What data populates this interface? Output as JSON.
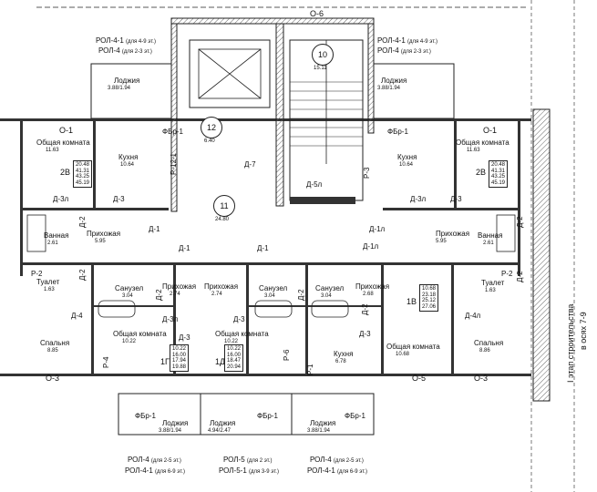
{
  "axis": {
    "top": "О-6",
    "bottom_left": "О-3",
    "bottom_mid": "О-5",
    "bottom_right": "О-3",
    "left_top": "О-1",
    "right_top": "О-1"
  },
  "railings": {
    "tl1": "РОЛ-4-1",
    "tl1_note": "(для 4-9 эт.)",
    "tl2": "РОЛ-4",
    "tl2_note": "(для 2-3 эт.)",
    "tr1": "РОЛ-4-1",
    "tr1_note": "(для 4-9 эт.)",
    "tr2": "РОЛ-4",
    "tr2_note": "(для 2-3 эт.)",
    "bl1": "РОЛ-4",
    "bl1_note": "(для 2-5 эт.)",
    "bl2": "РОЛ-4-1",
    "bl2_note": "(для 6-9 эт.)",
    "bm1": "РОЛ-5",
    "bm1_note": "(для 2 эт.)",
    "bm2": "РОЛ-5-1",
    "bm2_note": "(для 3-9 эт.)",
    "br1": "РОЛ-4",
    "br1_note": "(для 2-5 эт.)",
    "br2": "РОЛ-4-1",
    "br2_note": "(для 6-9 эт.)"
  },
  "rooms": {
    "loggia_tl": {
      "name": "Лоджия",
      "area": "3.88/1.94"
    },
    "loggia_tr": {
      "name": "Лоджия",
      "area": "3.88/1.94"
    },
    "loggia_bl": {
      "name": "Лоджия",
      "area": "3.88/1.94"
    },
    "loggia_bm": {
      "name": "Лоджия",
      "area": "4.94/2.47"
    },
    "loggia_br": {
      "name": "Лоджия",
      "area": "3.88/1.94"
    },
    "living_tl": {
      "name": "Общая комната",
      "area": "11.63"
    },
    "living_tr": {
      "name": "Общая комната",
      "area": "11.63"
    },
    "kitchen_tl": {
      "name": "Кухня",
      "area": "10.64"
    },
    "kitchen_tr": {
      "name": "Кухня",
      "area": "10.64"
    },
    "hall_tl": {
      "name": "Прихожая",
      "area": "5.95"
    },
    "hall_tr": {
      "name": "Прихожая",
      "area": "5.95"
    },
    "bath_l": {
      "name": "Ванная",
      "area": "2.61"
    },
    "bath_r": {
      "name": "Ванная",
      "area": "2.61"
    },
    "wc_l": {
      "name": "Туалет",
      "area": "1.63"
    },
    "wc_r": {
      "name": "Туалет",
      "area": "1.63"
    },
    "bed_l": {
      "name": "Спальня",
      "area": "8.85"
    },
    "bed_r": {
      "name": "Спальня",
      "area": "8.86"
    },
    "sanu_1": {
      "name": "Санузел",
      "area": "3.04"
    },
    "sanu_2": {
      "name": "Санузел",
      "area": "3.04"
    },
    "sanu_3": {
      "name": "Санузел",
      "area": "3.04"
    },
    "hall_1": {
      "name": "Прихожая",
      "area": "2.74"
    },
    "hall_2": {
      "name": "Прихожая",
      "area": "2.74"
    },
    "hall_3": {
      "name": "Прихожая",
      "area": "2.68"
    },
    "living_1": {
      "name": "Общая комната",
      "area": "10.22"
    },
    "living_2": {
      "name": "Общая комната",
      "area": "10.22"
    },
    "living_3": {
      "name": "Общая комната",
      "area": "10.68"
    },
    "kitchen_3": {
      "name": "Кухня",
      "area": "6.78"
    },
    "corridor": {
      "num": "11",
      "area": "24.80"
    },
    "lobby": {
      "num": "12",
      "area": "6.40"
    },
    "stair": {
      "num": "10",
      "area": "15.11"
    }
  },
  "apartments": {
    "a2v_l": {
      "type": "2В",
      "areas": [
        "20.48",
        "41.31",
        "43.25",
        "45.19"
      ]
    },
    "a2v_r": {
      "type": "2В",
      "areas": [
        "20.48",
        "41.31",
        "43.25",
        "45.19"
      ]
    },
    "a1g": {
      "type": "1Г",
      "areas": [
        "10.22",
        "16.00",
        "17.94",
        "19.88"
      ]
    },
    "a1d": {
      "type": "1Д",
      "areas": [
        "10.22",
        "16.00",
        "18.47",
        "20.94"
      ]
    },
    "a1v": {
      "type": "1В",
      "areas": [
        "10.68",
        "23.18",
        "25.12",
        "27.06"
      ]
    }
  },
  "tags": {
    "fbr_tl": "ФБр-1",
    "fbr_tr": "ФБр-1",
    "fbr_bl": "ФБр-1",
    "fbr_bm": "ФБр-1",
    "fbr_br": "ФБр-1",
    "d3l_l": "Д-3л",
    "d3_l": "Д-3",
    "d3l_r": "Д-3л",
    "d3_r": "Д-3",
    "d1_a": "Д-1",
    "d1_b": "Д-1",
    "d1_c": "Д-1",
    "d1l_a": "Д-1л",
    "d1l_b": "Д-1л",
    "d2_a": "Д-2",
    "d2_b": "Д-2",
    "d2_c": "Д-2",
    "d2_d": "Д-2",
    "d2_e": "Д-2",
    "d2_f": "Д-2",
    "d2_g": "Д-2",
    "d3l_c": "Д-3л",
    "d3_c": "Д-3",
    "d3_d": "Д-3",
    "d3_e": "Д-3",
    "d4_l": "Д-4",
    "d4l_r": "Д-4л",
    "d7": "Д-7",
    "d5l": "Д-5л",
    "r12": "Р-12-1",
    "r3": "Р-3",
    "r4": "Р-4",
    "r6": "Р-6",
    "r1": "Р-1",
    "r2_l": "Р-2",
    "r2_r": "Р-2",
    "stage": "I этап строительства",
    "stage_axes": "в осях 7-9"
  }
}
